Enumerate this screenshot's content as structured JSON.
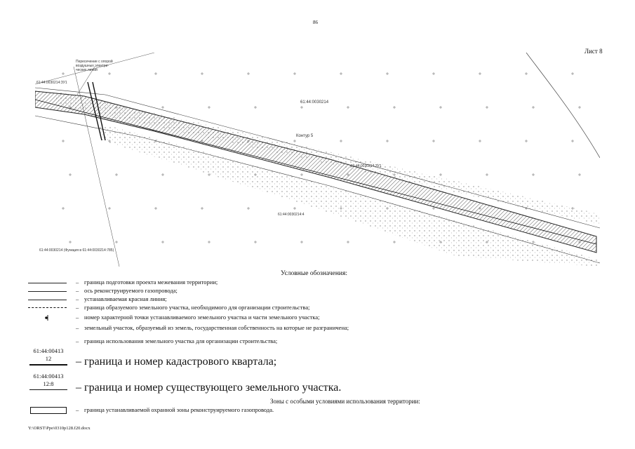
{
  "page_number": "86",
  "sheet_label": "Лист 8",
  "map": {
    "parcel_label": "61:44:0030214",
    "contour_label": "Контур 5",
    "crossing_note_lines": [
      "Пересечение с опорой",
      "воздушных электри-",
      "ческих линий"
    ],
    "upper_parcel_label": "61:44:0030214:ЗУ1",
    "mid_parcel_label": "61:44:0030214:ЗУ1",
    "lower_parcel_label": "61:44:0030214:4",
    "bottom_note": "61:44:0030214 (Функция в 61:44:0030214:785)"
  },
  "legend": {
    "title": "Условные обозначения:",
    "dash": "–",
    "items": [
      "граница подготовки проекта межевания территории;",
      "ось реконструируемого газопровода;",
      "устанавливаемая красная линия;",
      "граница образуемого земельного участка, необходимого для организации строительства;",
      "номер характерной точки устанавливаемого земельного участка и части земельного участка;",
      "земельный участок, образуемый из земель, государственная собственность на которые не разграничена;",
      "граница использования земельного участка для организации строительства;",
      "граница и номер кадастрового квартала;",
      "граница и номер существующего земельного участка."
    ],
    "quarter_code": "61:44:00413",
    "quarter_number": "12",
    "parcel_code": "61:44:00413",
    "parcel_number": "12:8"
  },
  "zones": {
    "title": "Зоны с особыми условиями использования территории:",
    "dash": "–",
    "item": "граница устанавливаемой охранной зоны реконструируемого газопровода."
  },
  "footer": "Y:\\ORST\\Ppo\\0310p128.f20.docx"
}
